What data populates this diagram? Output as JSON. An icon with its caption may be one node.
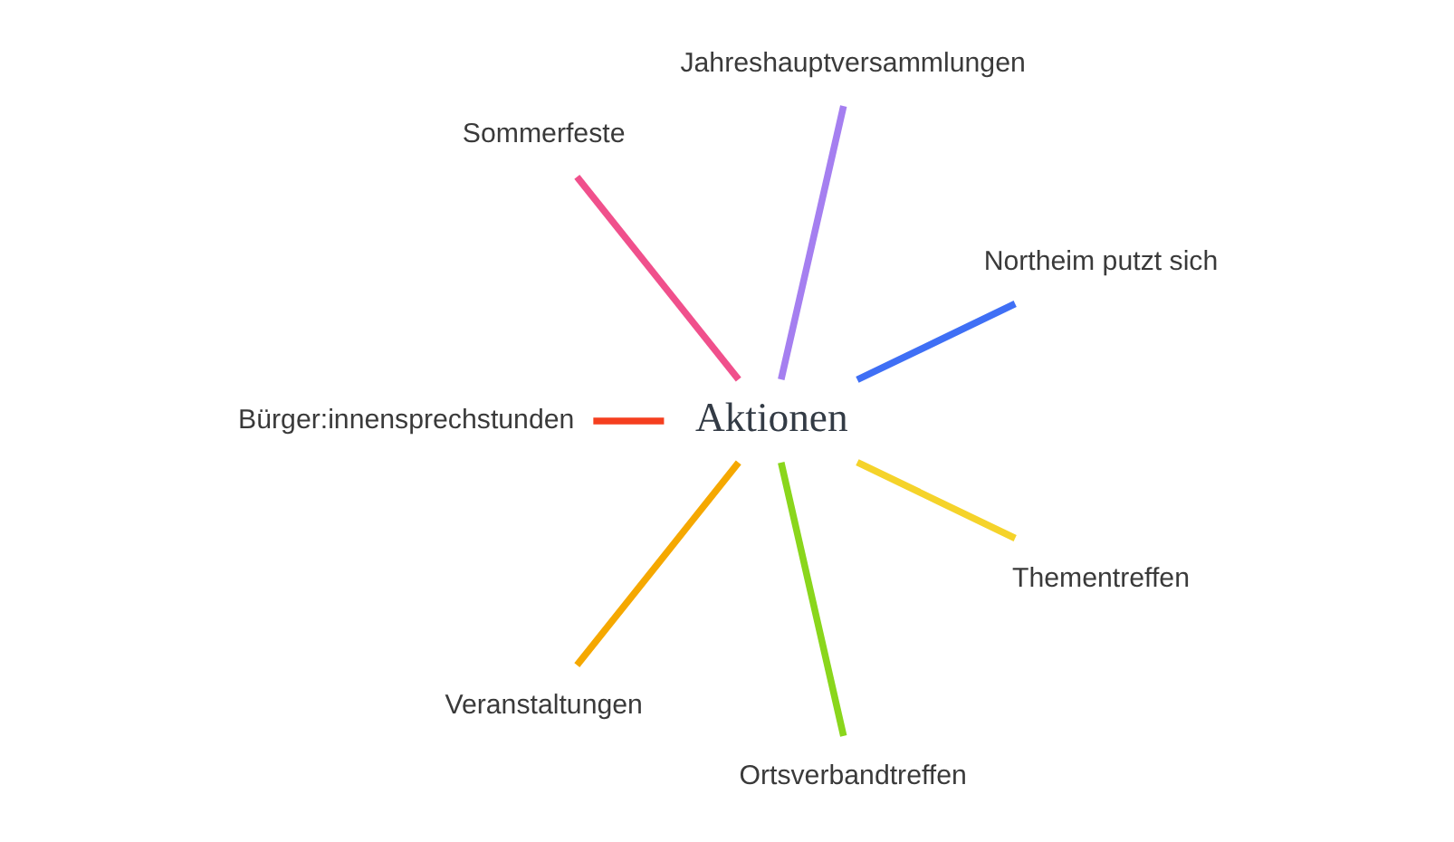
{
  "diagram": {
    "nodes": [
      {
        "text": [
          "Aktionen"
        ]
      },
      {
        "text": [
          "Northeim putzt sich"
        ]
      },
      {
        "text": [
          "Jahreshauptversammlungen"
        ]
      },
      {
        "text": [
          "Sommerfeste"
        ]
      },
      {
        "text": [
          "Bürger:innensprechstunden"
        ]
      },
      {
        "text": [
          "Veranstaltungen"
        ]
      },
      {
        "text": [
          "Ortsverbandtreffen"
        ]
      },
      {
        "text": [
          "Thementreffen"
        ]
      }
    ],
    "edges": [
      {
        "from": 0,
        "to": 1,
        "arrow": "none",
        "color": "#3f6ff5"
      },
      {
        "from": 0,
        "to": 2,
        "arrow": "none",
        "color": "#a57ff0"
      },
      {
        "from": 0,
        "to": 3,
        "arrow": "none",
        "color": "#f0508c"
      },
      {
        "from": 0,
        "to": 4,
        "arrow": "none",
        "color": "#f53f1f"
      },
      {
        "from": 0,
        "to": 5,
        "arrow": "none",
        "color": "#f5a800"
      },
      {
        "from": 0,
        "to": 6,
        "arrow": "none",
        "color": "#8ad61c"
      },
      {
        "from": 0,
        "to": 7,
        "arrow": "none",
        "color": "#f5d32a"
      }
    ]
  }
}
